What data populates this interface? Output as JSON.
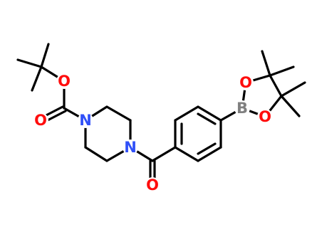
{
  "molecule": {
    "atoms": [
      {
        "label": "O",
        "element": "oxygen",
        "color": "#ff0d0d"
      },
      {
        "label": "O",
        "element": "oxygen",
        "color": "#ff0d0d"
      },
      {
        "label": "N",
        "element": "nitrogen",
        "color": "#3050f8"
      },
      {
        "label": "N",
        "element": "nitrogen",
        "color": "#3050f8"
      },
      {
        "label": "O",
        "element": "oxygen",
        "color": "#ff0d0d"
      },
      {
        "label": "B",
        "element": "boron",
        "color": "#808080"
      },
      {
        "label": "O",
        "element": "oxygen",
        "color": "#ff0d0d"
      },
      {
        "label": "O",
        "element": "oxygen",
        "color": "#ff0d0d"
      }
    ],
    "bond_color": "#000000"
  }
}
